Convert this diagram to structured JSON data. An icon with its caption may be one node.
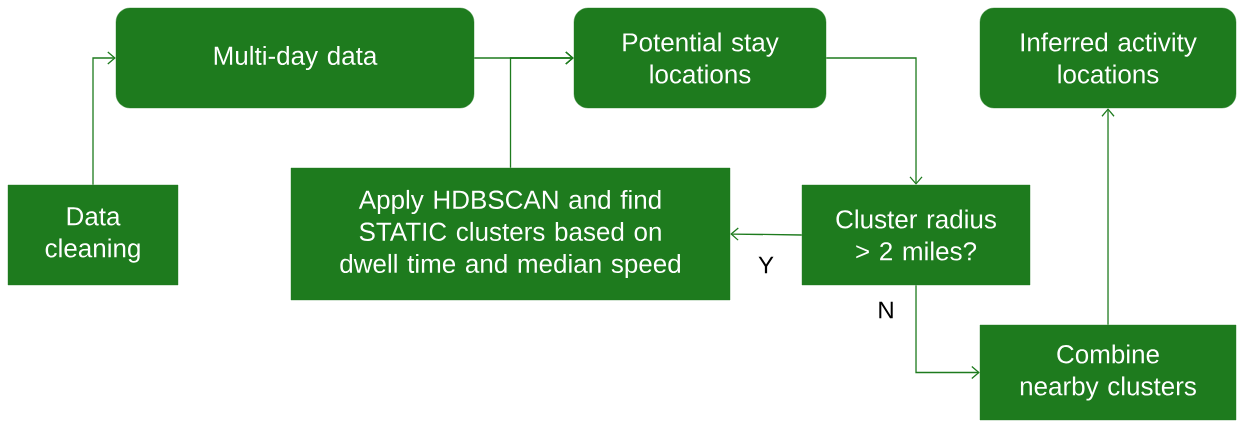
{
  "diagram": {
    "nodes": [
      {
        "text": [
          "Data cleaning"
        ]
      },
      {
        "text": [
          "Multi-day data"
        ]
      },
      {
        "text": [
          "Potential stay locations"
        ]
      },
      {
        "text": [
          "Inferred activity locations"
        ]
      },
      {
        "text": [
          "Apply HDBSCAN and find STATIC clusters based on dwell time and median speed"
        ]
      },
      {
        "text": [
          "Cluster radius > 2 miles?"
        ]
      },
      {
        "text": [
          "Combine nearby clusters"
        ]
      }
    ],
    "edges": [
      {
        "from": 0,
        "to": 1,
        "arrow": "to"
      },
      {
        "from": 1,
        "to": 2,
        "arrow": "to"
      },
      {
        "from": 4,
        "to": 2,
        "arrow": "to"
      },
      {
        "from": 2,
        "to": 5,
        "arrow": "to"
      },
      {
        "from": 5,
        "to": 4,
        "arrow": "to",
        "label": "Y"
      },
      {
        "from": 5,
        "to": 6,
        "arrow": "to",
        "label": "N"
      },
      {
        "from": 6,
        "to": 3,
        "arrow": "to"
      }
    ]
  }
}
